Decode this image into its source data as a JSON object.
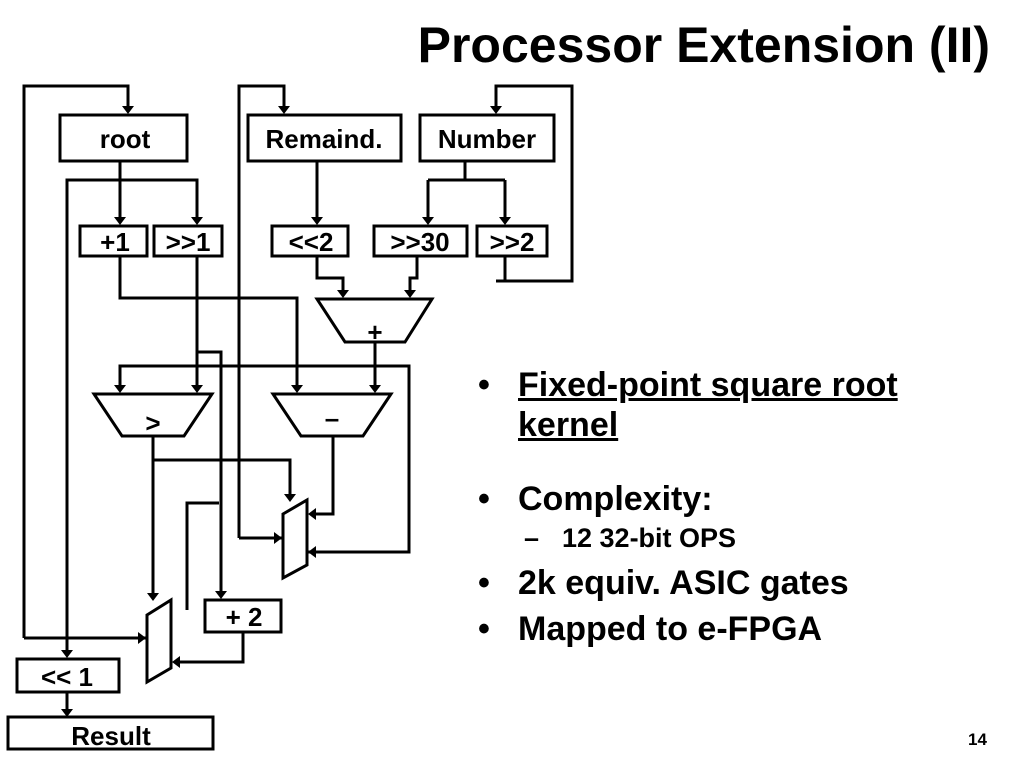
{
  "slide": {
    "title": "Processor Extension (II)",
    "page_number": "14"
  },
  "diagram": {
    "registers": {
      "root": "root",
      "remaind": "Remaind.",
      "number": "Number"
    },
    "ops": {
      "plus1": "+1",
      "shr1": ">>1",
      "shl2": "<<2",
      "shr30": ">>30",
      "shr2": ">>2",
      "plus2": "+ 2",
      "shl1": "<< 1",
      "result": "Result"
    },
    "alus": {
      "add": "+",
      "compare": ">",
      "subtract": "–"
    }
  },
  "bullets": {
    "item1": "Fixed-point square root kernel",
    "item2": "Complexity:",
    "item2_sub": "12 32-bit OPS",
    "item3": "2k equiv. ASIC gates",
    "item4": "Mapped to e-FPGA"
  }
}
